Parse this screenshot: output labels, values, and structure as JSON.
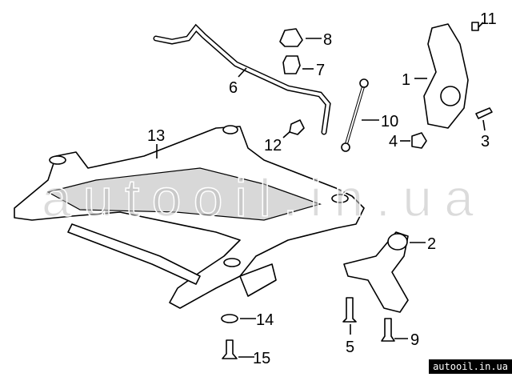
{
  "callouts": [
    "1",
    "2",
    "3",
    "4",
    "5",
    "6",
    "7",
    "8",
    "9",
    "10",
    "11",
    "12",
    "13",
    "14",
    "15"
  ],
  "watermark": "autooil.in.ua",
  "site_label": "autooil.in.ua"
}
